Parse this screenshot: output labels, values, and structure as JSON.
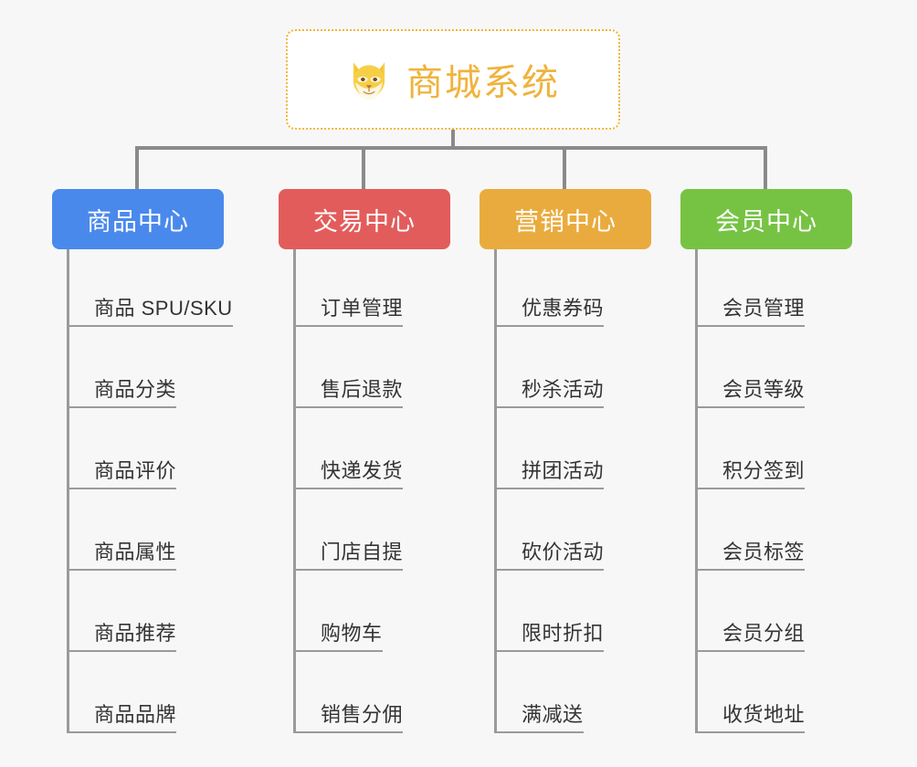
{
  "diagram": {
    "title": "商城系统",
    "root": {
      "icon": "shiba-dog-face-icon",
      "icon_glyph": "🐶",
      "label": "商城系统",
      "text_color": "#efb33c",
      "border_color": "#f0b63c",
      "background": "#ffffff"
    },
    "background_color": "#f7f7f7",
    "line_color": "#8a8a8a",
    "columns": [
      {
        "id": "product-center",
        "header": "商品中心",
        "color": "#4a89ec",
        "items": [
          "商品 SPU/SKU",
          "商品分类",
          "商品评价",
          "商品属性",
          "商品推荐",
          "商品品牌"
        ]
      },
      {
        "id": "trade-center",
        "header": "交易中心",
        "color": "#e35c5c",
        "items": [
          "订单管理",
          "售后退款",
          "快递发货",
          "门店自提",
          "购物车",
          "销售分佣"
        ]
      },
      {
        "id": "marketing-center",
        "header": "营销中心",
        "color": "#eaab3e",
        "items": [
          "优惠券码",
          "秒杀活动",
          "拼团活动",
          "砍价活动",
          "限时折扣",
          "满减送"
        ]
      },
      {
        "id": "member-center",
        "header": "会员中心",
        "color": "#75c council"
      }
    ]
  }
}
